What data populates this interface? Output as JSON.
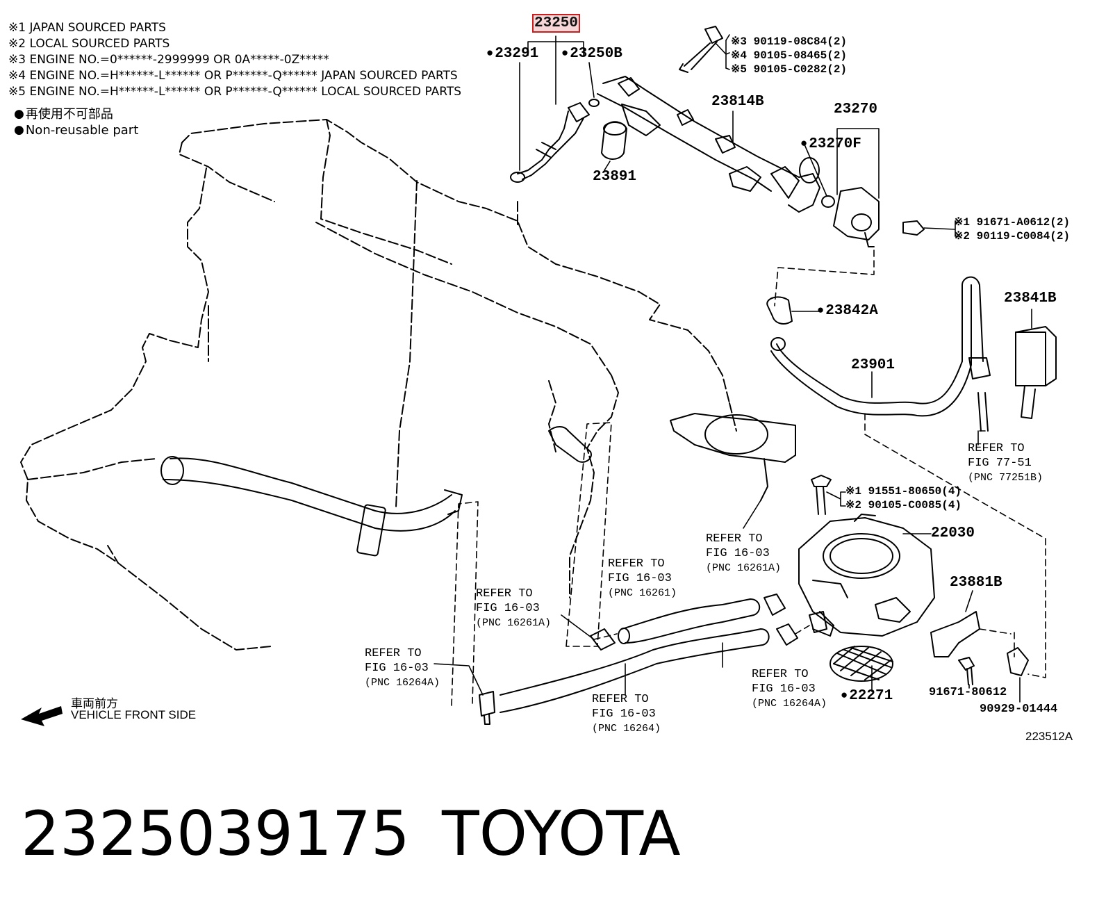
{
  "notes": [
    "※1 JAPAN SOURCED PARTS",
    "※2 LOCAL SOURCED PARTS",
    "※3 ENGINE NO.=0******-2999999 OR 0A*****-0Z*****",
    "※4 ENGINE NO.=H******-L****** OR P******-Q****** JAPAN SOURCED PARTS",
    "※5 ENGINE NO.=H******-L****** OR P******-Q****** LOCAL SOURCED PARTS"
  ],
  "legend": {
    "jp": "再使用不可部品",
    "en": "Non-reusable part"
  },
  "parts": {
    "p23250": "23250",
    "p23291": "23291",
    "p23250B": "23250B",
    "bolt_3": "※3 90119-08C84(2)",
    "bolt_4": "※4 90105-08465(2)",
    "bolt_5": "※5 90105-C0282(2)",
    "p23814B": "23814B",
    "p23891": "23891",
    "p23270": "23270",
    "p23270F": "23270F",
    "screw_1": "※1 91671-A0612(2)",
    "screw_2": "※2 90119-C0084(2)",
    "p23842A": "23842A",
    "p23841B": "23841B",
    "p23901": "23901",
    "tb_bolt_1": "※1 91551-80650(4)",
    "tb_bolt_2": "※2 90105-C0085(4)",
    "p22030": "22030",
    "p23881B": "23881B",
    "p22271": "22271",
    "p91671": "91671-80612",
    "p90929": "90929-01444",
    "fig_id": "223512A"
  },
  "refs": {
    "r1": {
      "line1": "REFER TO",
      "line2": "FIG 77-51",
      "line3": "(PNC 77251B)"
    },
    "r2": {
      "line1": "REFER TO",
      "line2": "FIG 16-03",
      "line3": "(PNC 16261A)"
    },
    "r3": {
      "line1": "REFER TO",
      "line2": "FIG 16-03",
      "line3": "(PNC 16261)"
    },
    "r4": {
      "line1": "REFER TO",
      "line2": "FIG 16-03",
      "line3": "(PNC 16261A)"
    },
    "r5": {
      "line1": "REFER TO",
      "line2": "FIG 16-03",
      "line3": "(PNC 16264A)"
    },
    "r6": {
      "line1": "REFER TO",
      "line2": "FIG 16-03",
      "line3": "(PNC 16264A)"
    },
    "r7": {
      "line1": "REFER TO",
      "line2": "FIG 16-03",
      "line3": "(PNC 16264)"
    }
  },
  "direction": {
    "jp": "車両前方",
    "en": "VEHICLE FRONT SIDE"
  },
  "footer": {
    "part_number": "2325039175",
    "brand": "TOYOTA"
  },
  "colors": {
    "highlight_border": "#c81e1e",
    "highlight_fill": "#f6d6d6",
    "line": "#000000"
  }
}
